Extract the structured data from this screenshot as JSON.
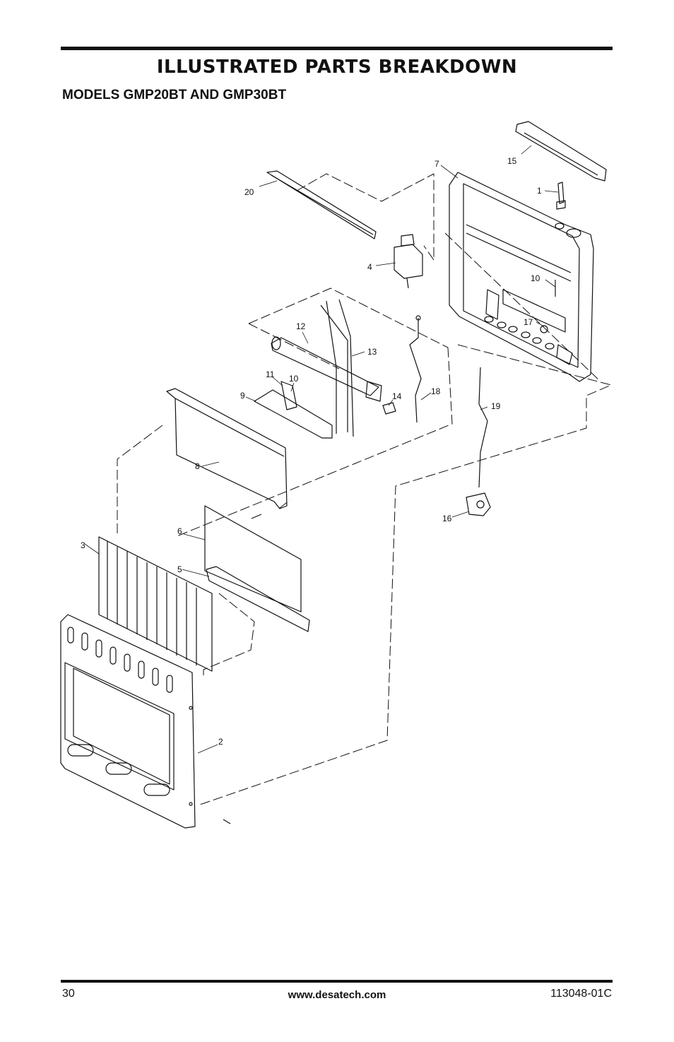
{
  "header": {
    "title": "ILLUSTRATED PARTS BREAKDOWN",
    "subtitle": "MODELS GMP20BT AND GMP30BT"
  },
  "callouts": {
    "c1": "1",
    "c2": "2",
    "c3": "3",
    "c4": "4",
    "c5": "5",
    "c6": "6",
    "c7": "7",
    "c8": "8",
    "c9": "9",
    "c10a": "10",
    "c10b": "10",
    "c11": "11",
    "c12": "12",
    "c13": "13",
    "c14": "14",
    "c15": "15",
    "c16": "16",
    "c17": "17",
    "c18": "18",
    "c19": "19",
    "c20": "20"
  },
  "footer": {
    "page_number": "30",
    "website": "www.desatech.com",
    "doc_code": "113048-01C"
  }
}
